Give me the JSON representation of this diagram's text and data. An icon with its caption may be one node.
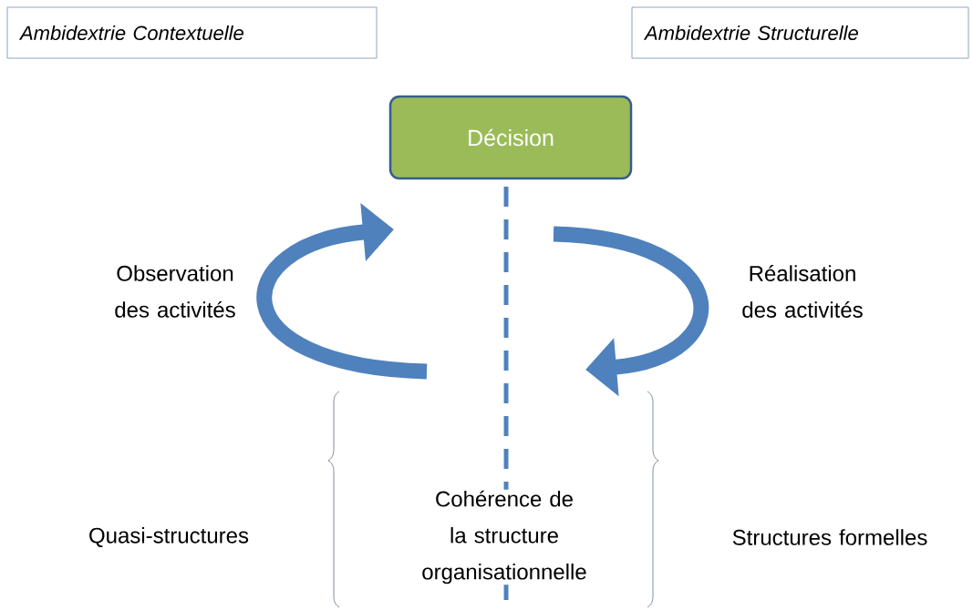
{
  "diagram": {
    "nodes": [
      {
        "text": [
          "Ambidextrie Contextuelle"
        ]
      },
      {
        "text": [
          "Ambidextrie Structurelle"
        ]
      },
      {
        "text": [
          "Décision"
        ]
      }
    ],
    "labels": [
      "Observation des activités",
      "Réalisation des activités",
      "Quasi-structures",
      "Cohérence de la structure organisationnelle",
      "Structures formelles"
    ]
  }
}
